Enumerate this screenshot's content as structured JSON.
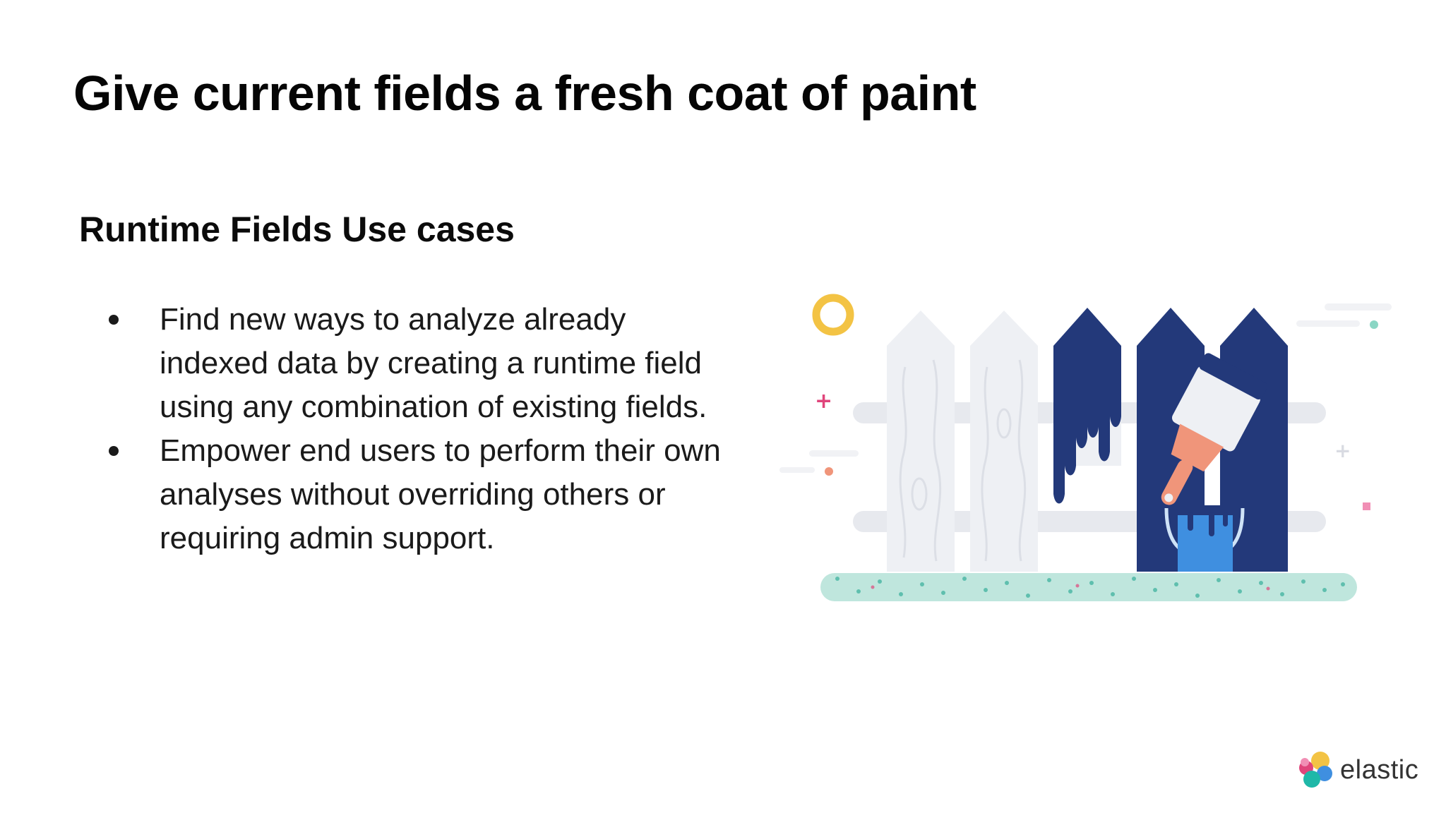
{
  "slide": {
    "title": "Give current fields a fresh coat of paint",
    "subtitle": "Runtime Fields Use cases",
    "bullets": [
      "Find new ways to analyze already indexed data by creating a runtime field using any combination of existing fields.",
      "Empower end users to perform their own analyses without overriding others or requiring admin support."
    ]
  },
  "illustration": {
    "icon": "painted-fence-illustration",
    "colors": {
      "fence_white": "#eef0f4",
      "fence_painted": "#23397a",
      "paint_bucket": "#3f8fe0",
      "brush_handle": "#f0957a",
      "grass": "#5fbfae",
      "ring": "#f3c344"
    }
  },
  "branding": {
    "logo_text": "elastic",
    "logo_icon": "elastic-logo-icon"
  }
}
